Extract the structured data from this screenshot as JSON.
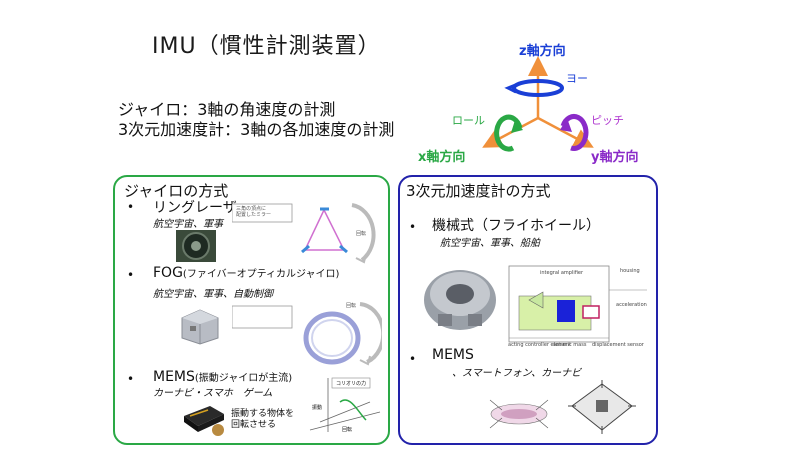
{
  "title": "IMU（慣性計測装置）",
  "desc": {
    "line1": "ジャイロ：3軸の角速度の計測",
    "line2": "3次元加速度計：3軸の各加速度の計測"
  },
  "axes": {
    "z_label": "z軸方向",
    "x_label": "x軸方向",
    "y_label": "y軸方向",
    "yaw": "ヨー",
    "roll": "ロール",
    "pitch": "ピッチ",
    "colors": {
      "axis": "#f0903a",
      "z_text": "#1a3fd6",
      "x_text": "#2aa845",
      "y_text": "#8a2ac8",
      "yaw_arrow": "#1a3fd6",
      "roll_arrow": "#2aa845",
      "pitch_arrow": "#8a2ac8"
    }
  },
  "gyro": {
    "title": "ジャイロの方式",
    "bullet": "•",
    "items": [
      {
        "name": "リングレーザー",
        "apps": "航空宇宙、軍事"
      },
      {
        "name": "FOG",
        "name_note": "(ファイバーオプティカルジャイロ)",
        "apps": "航空宇宙、軍事、自動制御"
      },
      {
        "name": "MEMS",
        "name_note": "(振動ジャイロが主流)",
        "apps": "カーナビ・スマホ　ゲーム"
      }
    ],
    "mems_caption_1": "振動する物体を",
    "mems_caption_2": "回転させる",
    "diagram_texts": {
      "ring_note_1": "三角の頂点に",
      "ring_note_2": "配置したミラー",
      "ring_rot": "回転",
      "fog_rot": "回転",
      "coriolis": "コリオリの力",
      "mems_vibration": "振動",
      "mems_rotation": "回転"
    }
  },
  "accel": {
    "title": "3次元加速度計の方式",
    "bullet": "•",
    "items": [
      {
        "name": "機械式（フライホイール）",
        "apps": "航空宇宙、軍事、船舶"
      },
      {
        "name": "MEMS",
        "apps": "、スマートフォン、カーナビ"
      }
    ],
    "diagram_texts": {
      "integral": "integral amplifier",
      "housing": "housing",
      "accel_dir": "acceleration",
      "seismic": "seismic mass",
      "displacement": "displacement sensor",
      "acting": "acting controller element"
    }
  }
}
